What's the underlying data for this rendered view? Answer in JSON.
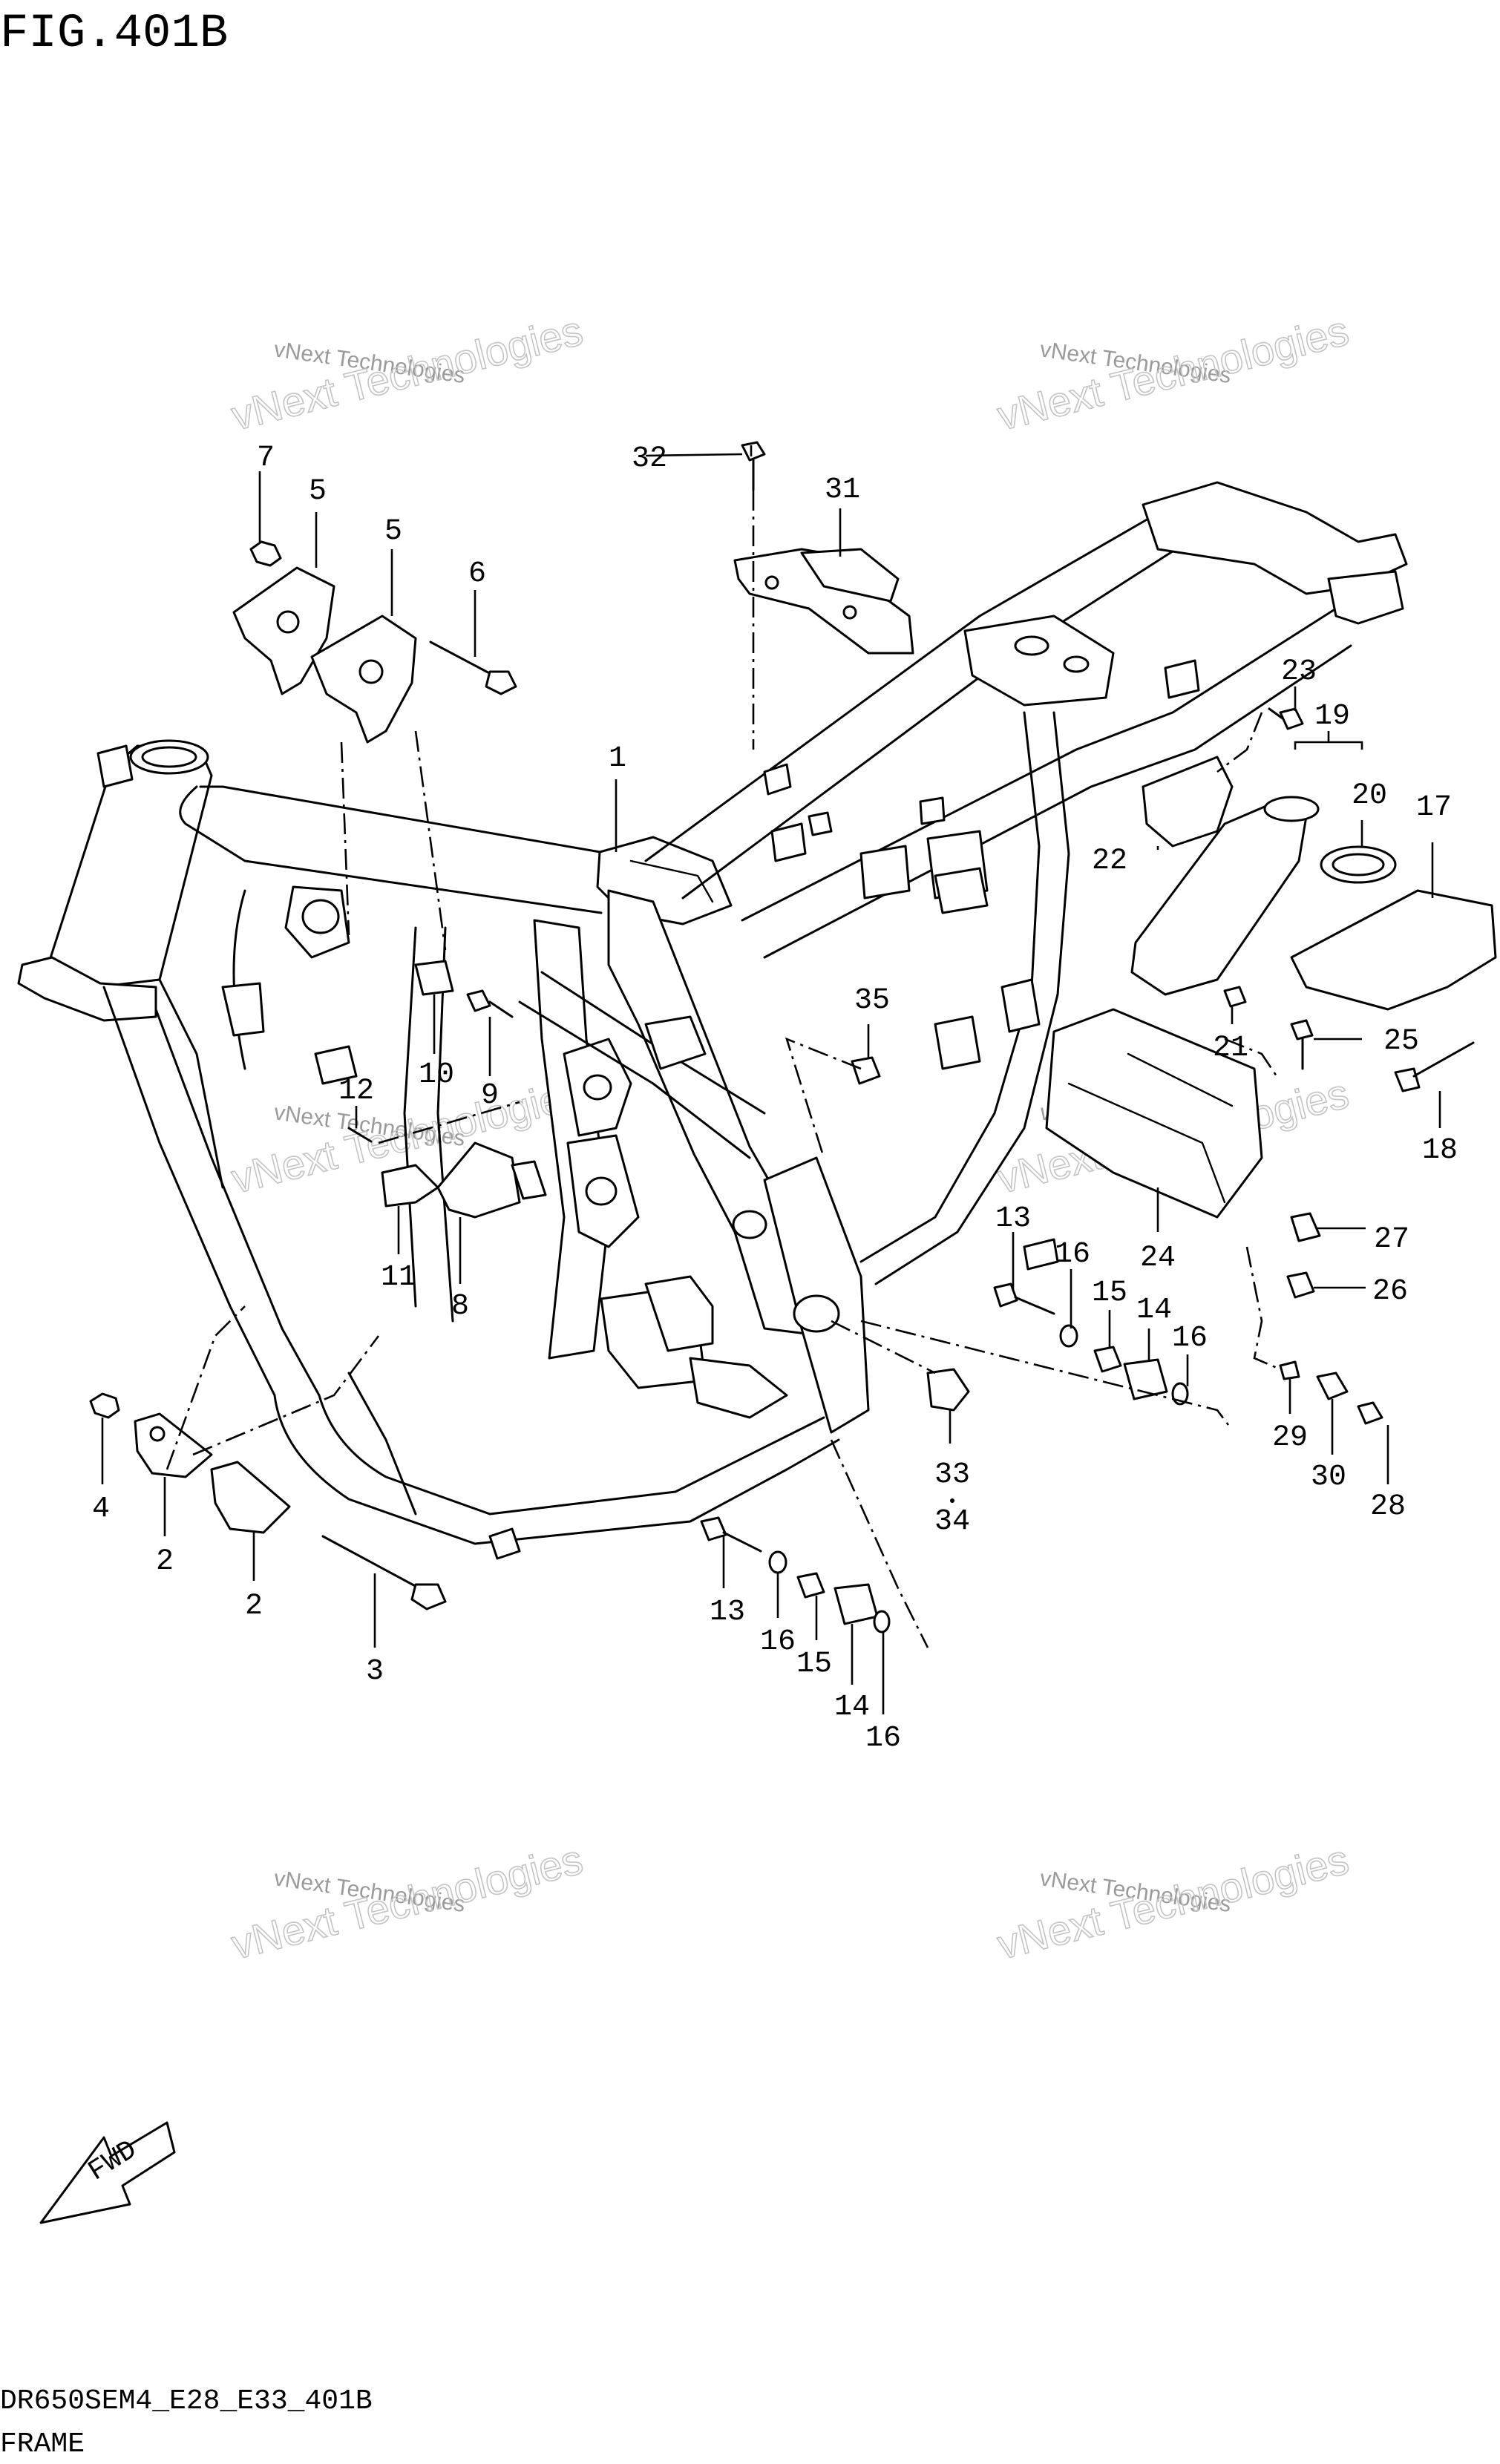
{
  "figure_title": "FIG.401B",
  "footer": {
    "model_code": "DR650SEM4_E28_E33_401B",
    "caption": "FRAME"
  },
  "fwd_label": "FWD",
  "watermark": {
    "line1": "vNext Technologies",
    "line2": "vNext Technologies"
  },
  "callouts": [
    {
      "num": "1"
    },
    {
      "num": "2"
    },
    {
      "num": "2"
    },
    {
      "num": "3"
    },
    {
      "num": "4"
    },
    {
      "num": "5"
    },
    {
      "num": "5"
    },
    {
      "num": "6"
    },
    {
      "num": "7"
    },
    {
      "num": "8"
    },
    {
      "num": "9"
    },
    {
      "num": "10"
    },
    {
      "num": "11"
    },
    {
      "num": "12"
    },
    {
      "num": "13"
    },
    {
      "num": "13"
    },
    {
      "num": "14"
    },
    {
      "num": "14"
    },
    {
      "num": "15"
    },
    {
      "num": "15"
    },
    {
      "num": "16"
    },
    {
      "num": "16"
    },
    {
      "num": "16"
    },
    {
      "num": "16"
    },
    {
      "num": "17"
    },
    {
      "num": "18"
    },
    {
      "num": "19"
    },
    {
      "num": "20"
    },
    {
      "num": "21"
    },
    {
      "num": "22"
    },
    {
      "num": "23"
    },
    {
      "num": "24"
    },
    {
      "num": "25"
    },
    {
      "num": "26"
    },
    {
      "num": "27"
    },
    {
      "num": "28"
    },
    {
      "num": "29"
    },
    {
      "num": "30"
    },
    {
      "num": "31"
    },
    {
      "num": "32"
    },
    {
      "num": "33"
    },
    {
      "num": "34"
    },
    {
      "num": "35"
    }
  ]
}
